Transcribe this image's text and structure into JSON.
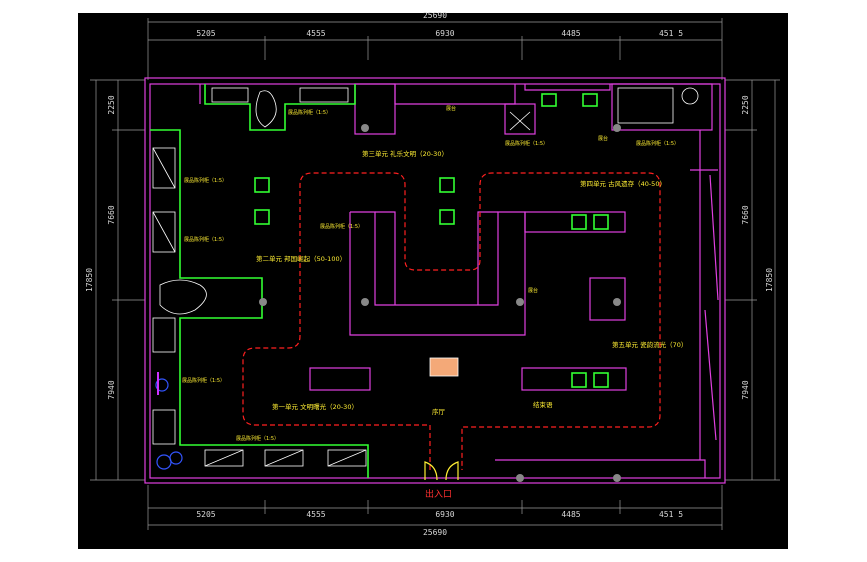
{
  "dimensions": {
    "total": "25690",
    "top_segments": [
      "5205",
      "4555",
      "6930",
      "4485",
      "451 5"
    ],
    "bottom_segments": [
      "5205",
      "4555",
      "6930",
      "4485",
      "451 5"
    ],
    "left_total": "17850",
    "right_total": "17850",
    "left_segments": [
      "2250",
      "7660",
      "7940"
    ],
    "right_segments": [
      "2250",
      "7660",
      "7940"
    ]
  },
  "labels": {
    "unit_one": "第一单元  文明曙光（20-30）",
    "unit_two": "第二单元  邦国崛起（50-100）",
    "unit_three": "第三单元  礼乐文明（20-30）",
    "unit_four": "第四单元  古风遗存（40-50）",
    "unit_five": "第五单元  瓷韵流光（70）",
    "hall": "序厅",
    "end_hall": "结束语",
    "entrance": "出入口",
    "small_a": "展品陈列柜（1:5）",
    "small_b": "展品陈列柜（1:5）",
    "small_c": "展品陈列柜（1:5）",
    "small_d": "展品陈列柜（1:5）",
    "small_e": "展品陈列柜（1:5）",
    "small_f": "展品陈列柜（1:5）",
    "small_g": "展品陈列柜（1:5）",
    "small_h": "展品陈列柜（1:5）",
    "small_i": "展台",
    "small_j": "展台",
    "small_k": "展台"
  }
}
